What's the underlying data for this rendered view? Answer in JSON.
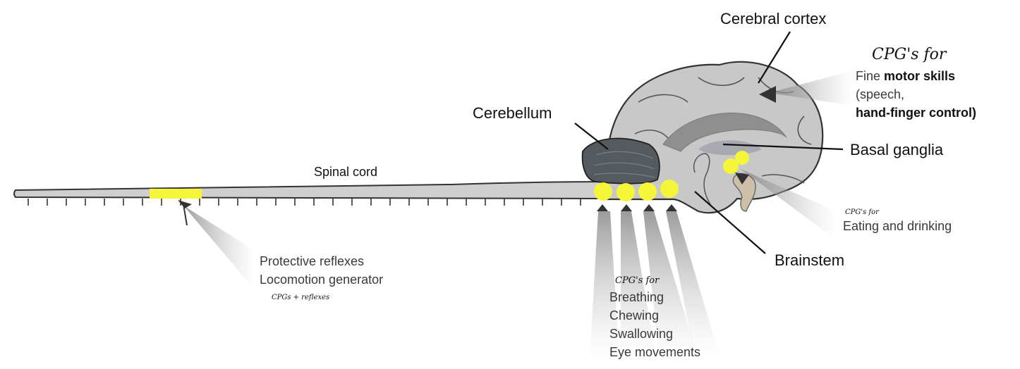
{
  "labels": {
    "cerebral_cortex": "Cerebral cortex",
    "cerebellum": "Cerebellum",
    "spinal_cord": "Spinal cord",
    "basal_ganglia": "Basal ganglia",
    "brainstem": "Brainstem"
  },
  "handwritten": {
    "cortex_note": "CPG's for",
    "eating_note": "CPG's for",
    "brainstem_note": "CPG's for",
    "spinal_note": "CPGs + reflexes"
  },
  "functions": {
    "cortex": {
      "line1_a": "Fine ",
      "line1_b": "motor skills",
      "line2": "(speech,",
      "line3": "hand-finger control)"
    },
    "eating": "Eating and drinking",
    "spinal": [
      "Protective reflexes",
      "Locomotion generator"
    ],
    "brainstem": [
      "Breathing",
      "Chewing",
      "Swallowing",
      "Eye movements"
    ]
  },
  "colors": {
    "brain_fill": "#c8c8c8",
    "cerebellum_fill": "#555a5e",
    "cpg_marker": "#f5f53a",
    "outline": "#333333"
  }
}
